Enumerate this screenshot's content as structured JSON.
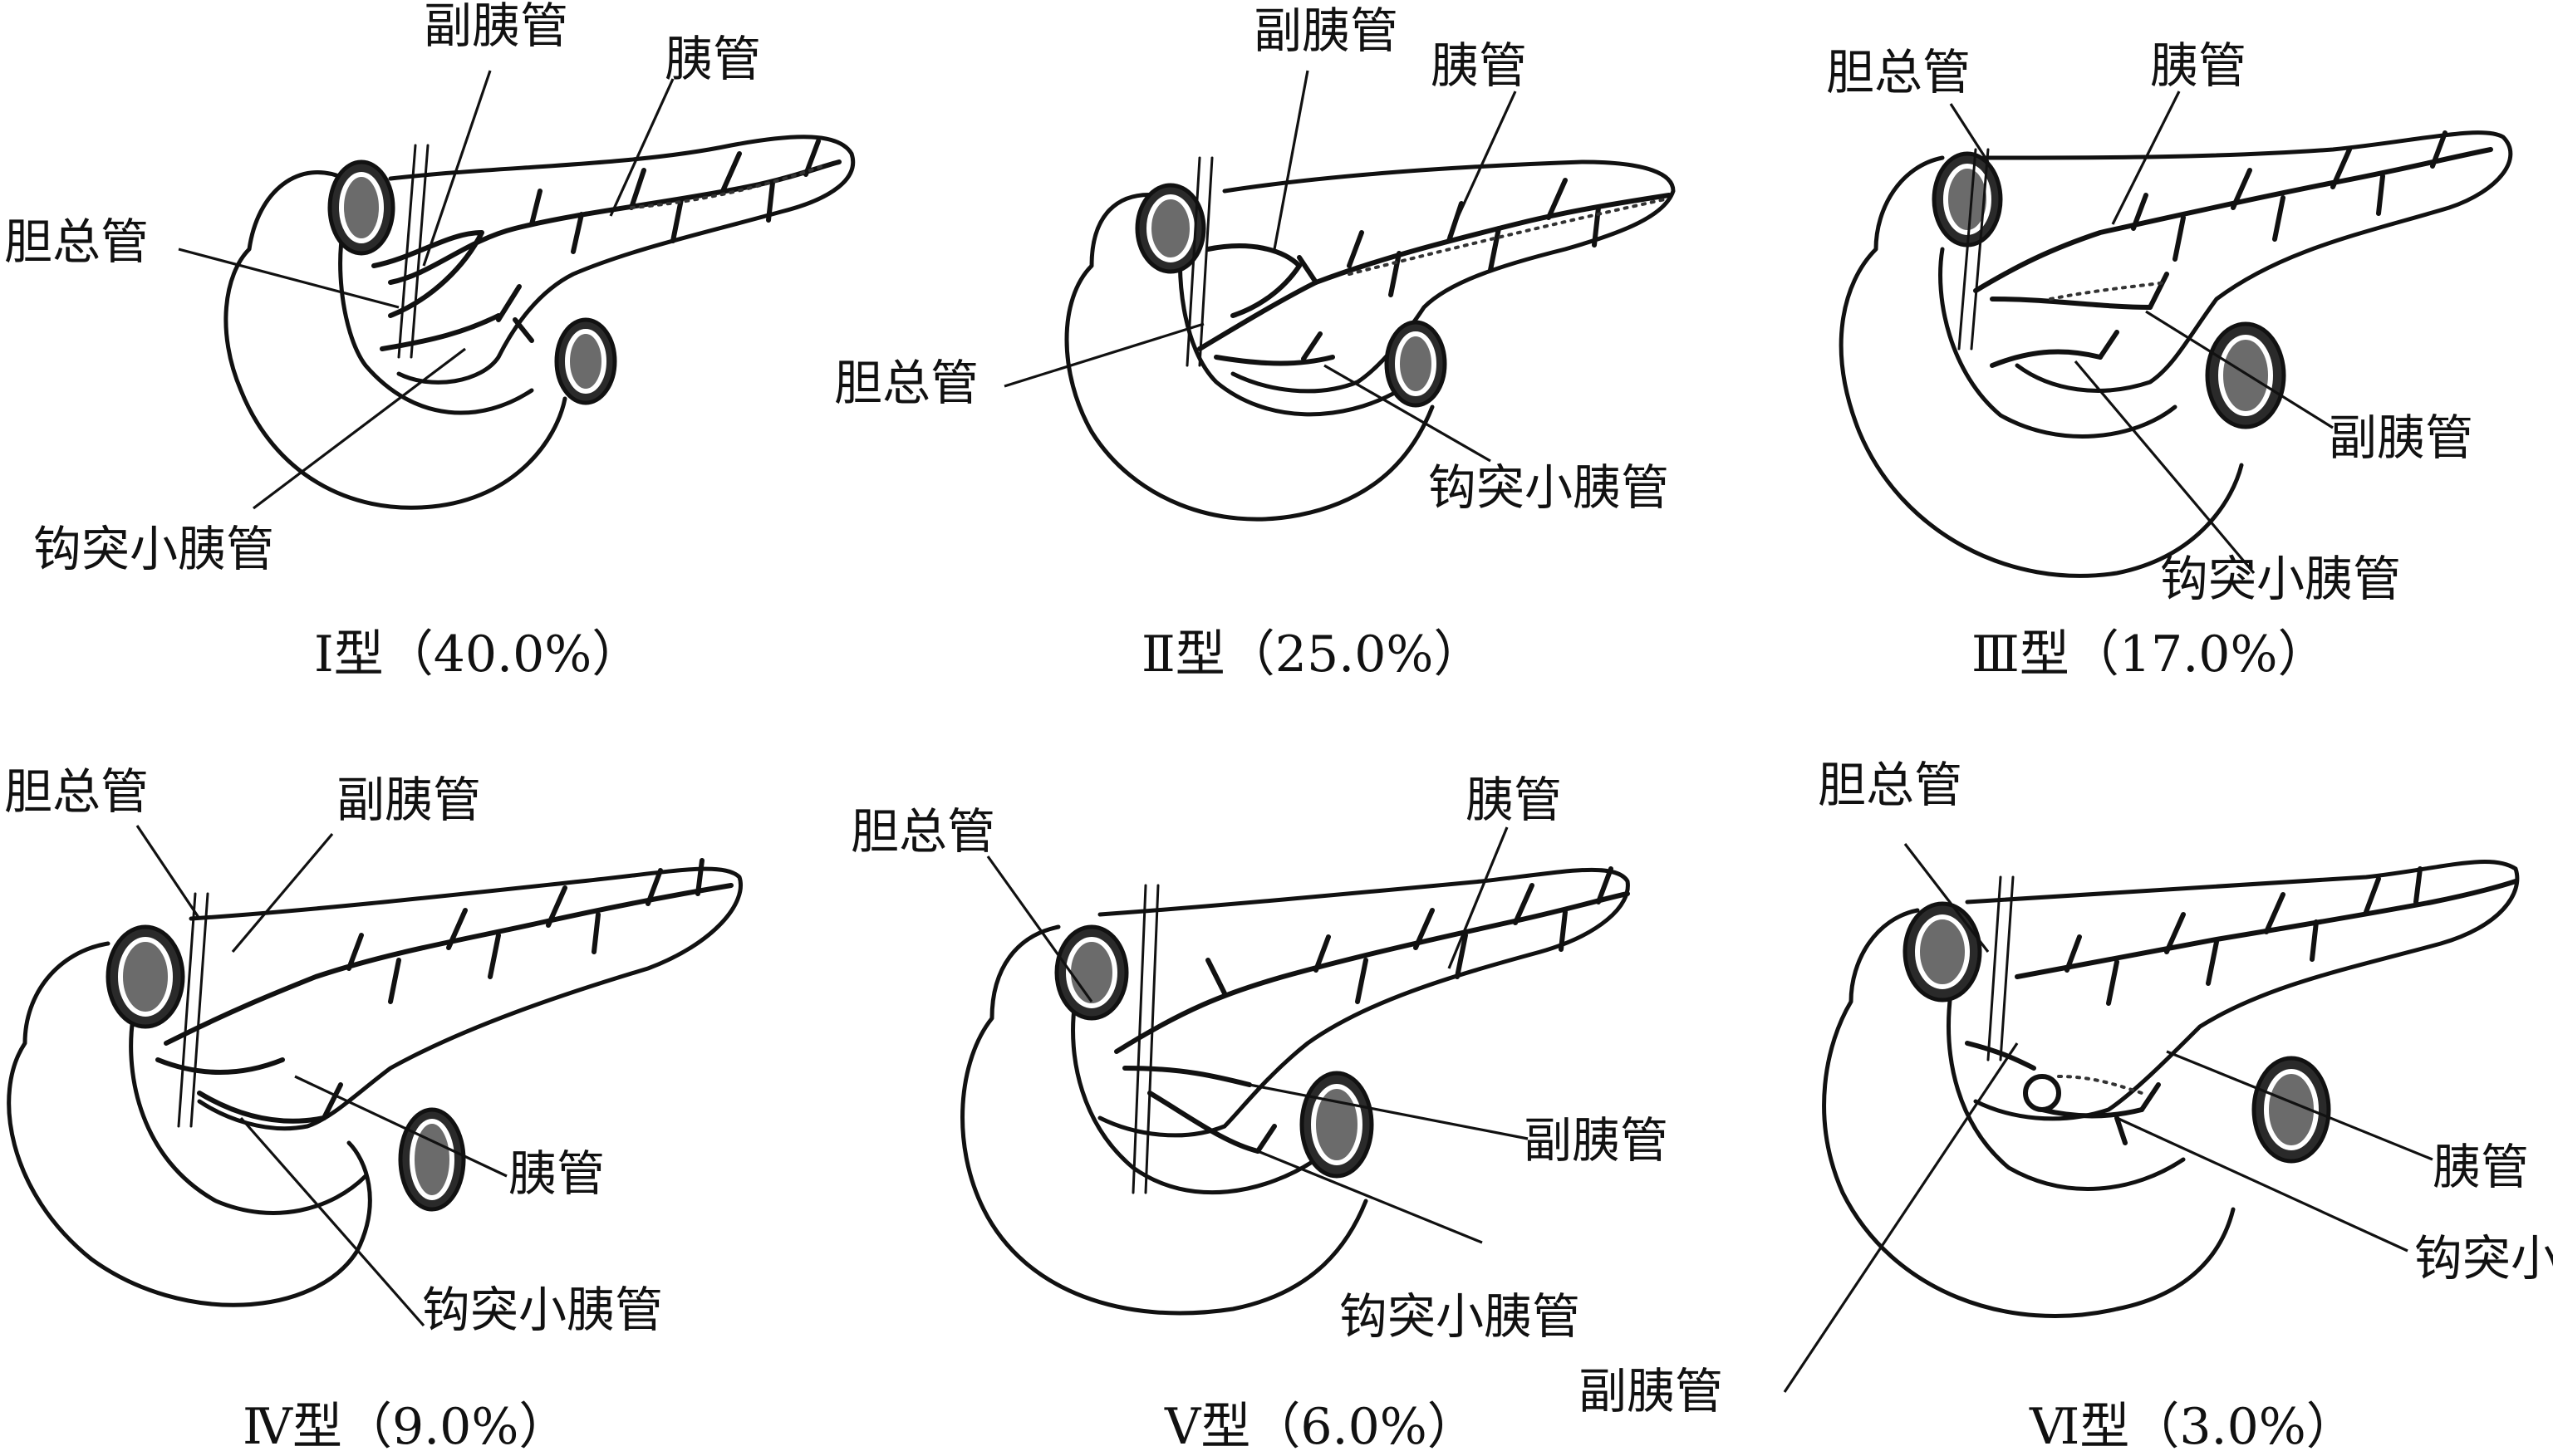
{
  "panels": [
    {
      "id": "type-1",
      "caption": "Ⅰ型（40.0%）",
      "labels": {
        "accessory_duct": "副胰管",
        "pancreatic_duct": "胰管",
        "common_bile_duct": "胆总管",
        "uncinate_duct": "钩突小胰管"
      }
    },
    {
      "id": "type-2",
      "caption": "Ⅱ型（25.0%）",
      "labels": {
        "accessory_duct": "副胰管",
        "pancreatic_duct": "胰管",
        "common_bile_duct": "胆总管",
        "uncinate_duct": "钩突小胰管"
      }
    },
    {
      "id": "type-3",
      "caption": "Ⅲ型（17.0%）",
      "labels": {
        "common_bile_duct": "胆总管",
        "pancreatic_duct": "胰管",
        "accessory_duct": "副胰管",
        "uncinate_duct": "钩突小胰管"
      }
    },
    {
      "id": "type-4",
      "caption": "Ⅳ型（9.0%）",
      "labels": {
        "common_bile_duct": "胆总管",
        "accessory_duct": "副胰管",
        "pancreatic_duct": "胰管",
        "uncinate_duct": "钩突小胰管"
      }
    },
    {
      "id": "type-5",
      "caption": "Ⅴ型（6.0%）",
      "labels": {
        "common_bile_duct": "胆总管",
        "pancreatic_duct": "胰管",
        "accessory_duct": "副胰管",
        "uncinate_duct": "钩突小胰管"
      }
    },
    {
      "id": "type-6",
      "caption": "Ⅵ型（3.0%）",
      "labels": {
        "common_bile_duct": "胆总管",
        "accessory_duct": "副胰管",
        "pancreatic_duct": "胰管",
        "uncinate_duct": "钩突小胰管"
      }
    }
  ]
}
